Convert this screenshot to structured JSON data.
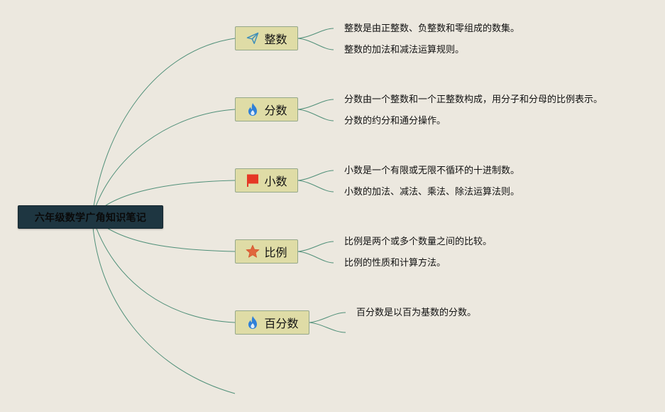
{
  "root": {
    "title": "六年级数学广角知识笔记"
  },
  "colors": {
    "line": "#4f8f78",
    "root_bg": "#1e3641",
    "topic_bg": "#dfdca6",
    "background": "#ece8df"
  },
  "topics": [
    {
      "label": "整数",
      "icon": "paper-plane-icon",
      "notes": [
        "整数是由正整数、负整数和零组成的数集。",
        "整数的加法和减法运算规则。"
      ]
    },
    {
      "label": "分数",
      "icon": "flame-icon",
      "notes": [
        "分数由一个整数和一个正整数构成，用分子和分母的比例表示。",
        "分数的约分和通分操作。"
      ]
    },
    {
      "label": "小数",
      "icon": "flag-icon",
      "notes": [
        "小数是一个有限或无限不循环的十进制数。",
        "小数的加法、减法、乘法、除法运算法则。"
      ]
    },
    {
      "label": "比例",
      "icon": "star-icon",
      "notes": [
        "比例是两个或多个数量之间的比较。",
        "比例的性质和计算方法。"
      ]
    },
    {
      "label": "百分数",
      "icon": "flame-icon",
      "notes": [
        "百分数是以百为基数的分数。"
      ]
    }
  ]
}
